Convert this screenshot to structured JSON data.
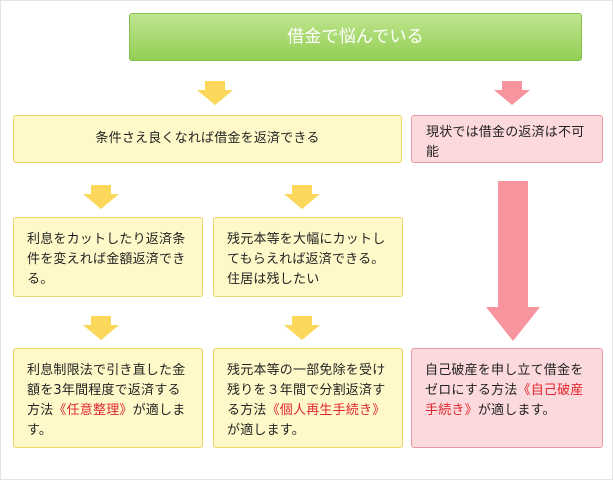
{
  "nodes": {
    "top": {
      "text": "借金で悩んでいる"
    },
    "condition": {
      "text": "条件さえ良くなれば借金を返済できる"
    },
    "impossible": {
      "text": "現状では借金の返済は不可能"
    },
    "interest_cut": {
      "text": "利息をカットしたり返済条件を変えれば金額返済できる。"
    },
    "principal_cut": {
      "text": "残元本等を大幅にカットしてもらえれば返済できる。住居は残したい"
    },
    "voluntary": {
      "before": "利息制限法で引き直した金額を3年間程度で返済する方法",
      "highlight": "《任意整理》",
      "after": "が適します。"
    },
    "rehabilitation": {
      "before": "残元本等の一部免除を受け残りを３年間で分割返済する方法",
      "highlight": "《個人再生手続き》",
      "after": "が適します。"
    },
    "bankruptcy": {
      "before": "自己破産を申し立て借金をゼロにする方法",
      "highlight": "《自己破産手続き》",
      "after": "が適します。"
    }
  },
  "colors": {
    "green": "#94cf55",
    "yellow_fill": "#fff9c9",
    "yellow_arrow": "#fbd85a",
    "pink_fill": "#fcd9dc",
    "pink_arrow": "#f8949d",
    "highlight": "#e0262f"
  },
  "arrows": [
    "down-arrow-yellow",
    "down-arrow-pink",
    "down-arrow-yellow",
    "down-arrow-yellow",
    "down-arrow-yellow",
    "down-arrow-yellow",
    "long-down-arrow-pink"
  ]
}
